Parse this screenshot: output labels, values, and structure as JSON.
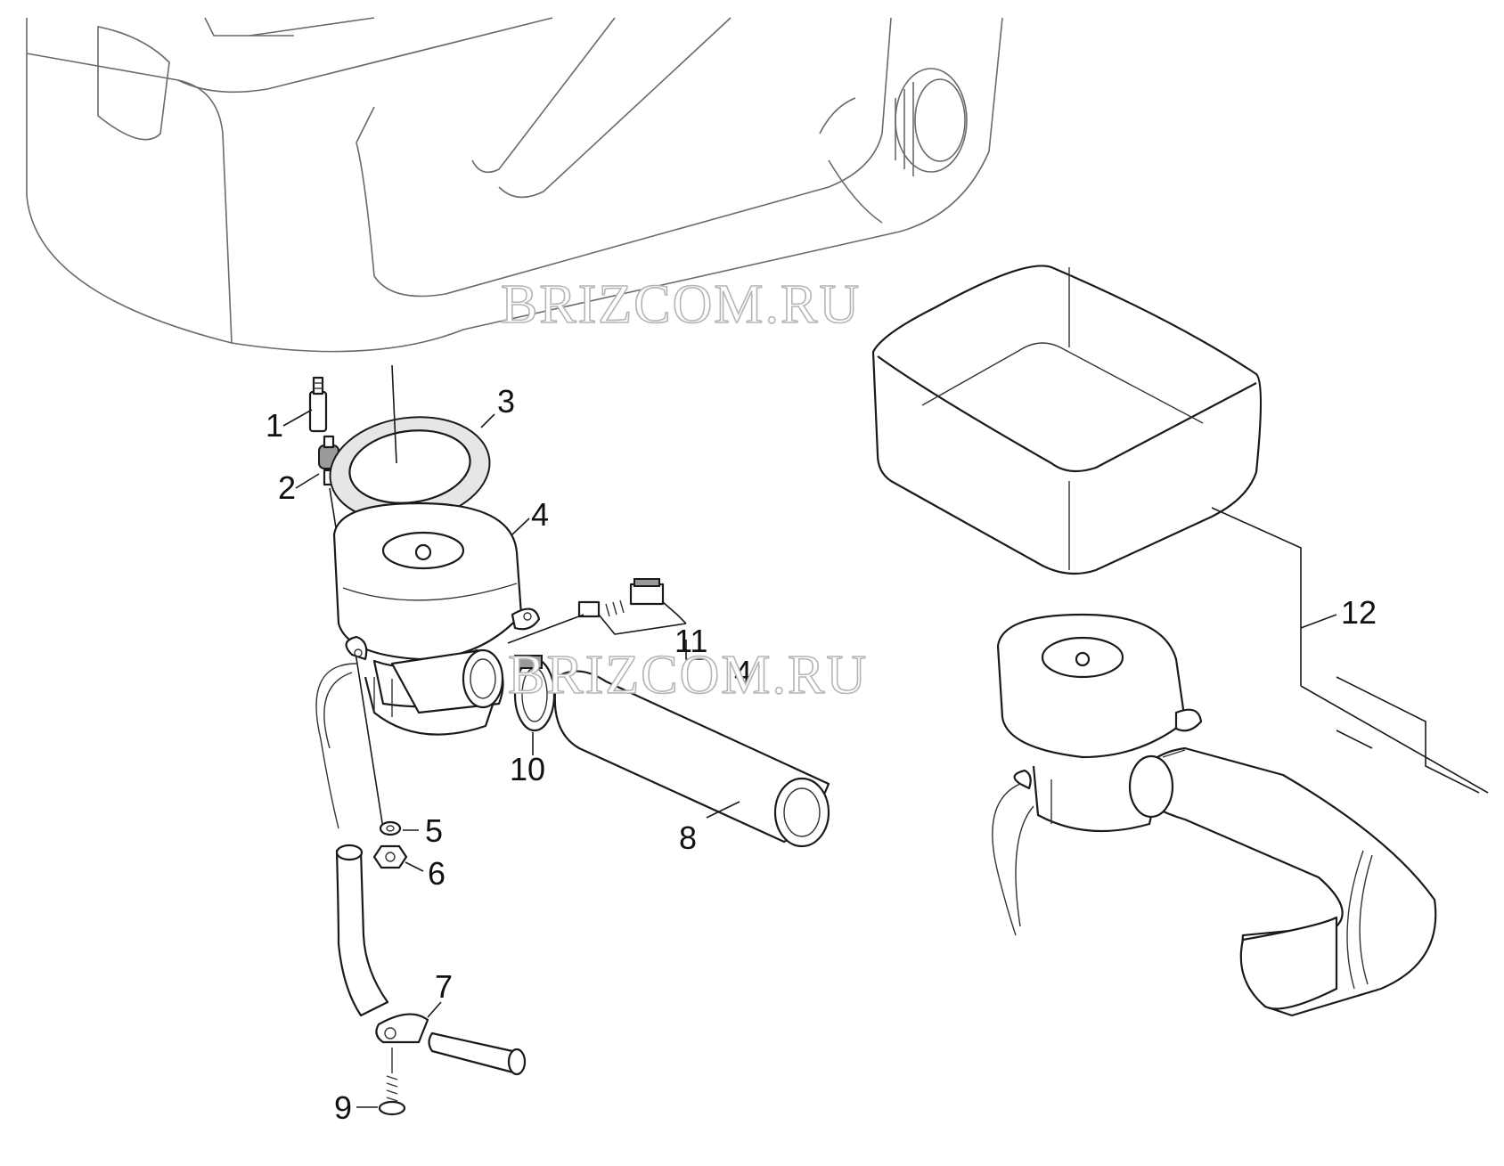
{
  "watermark": "BRIZCOM.RU",
  "callouts": {
    "c1": "1",
    "c2": "2",
    "c3": "3",
    "c4a": "4",
    "c4b": "4",
    "c5": "5",
    "c6": "6",
    "c7": "7",
    "c8": "8",
    "c9": "9",
    "c10": "10",
    "c11": "11",
    "c12": "12"
  }
}
